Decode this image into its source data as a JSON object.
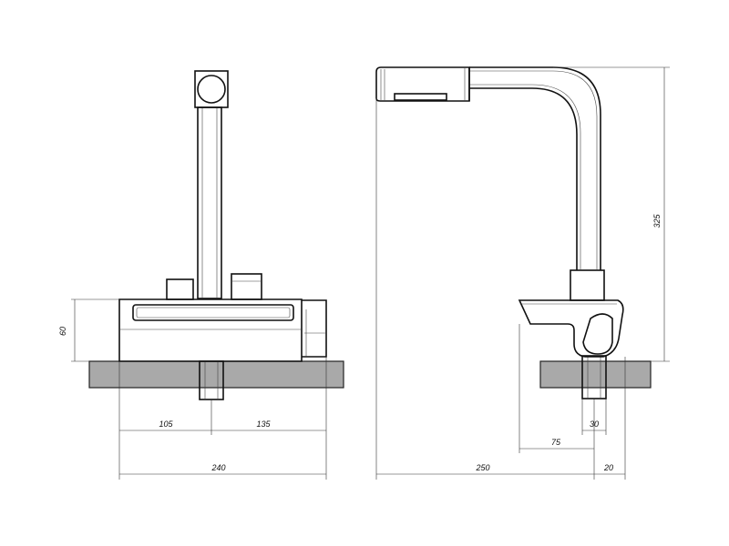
{
  "dimensions": {
    "front_height": "60",
    "front_left_offset": "105",
    "front_right_offset": "135",
    "front_total_width": "240",
    "side_height": "325",
    "side_pipe_diameter": "30",
    "side_body_offset": "75",
    "side_reach": "250",
    "side_back_offset": "20"
  },
  "colors": {
    "countertop": "#a9a9a9",
    "line": "#111111"
  }
}
